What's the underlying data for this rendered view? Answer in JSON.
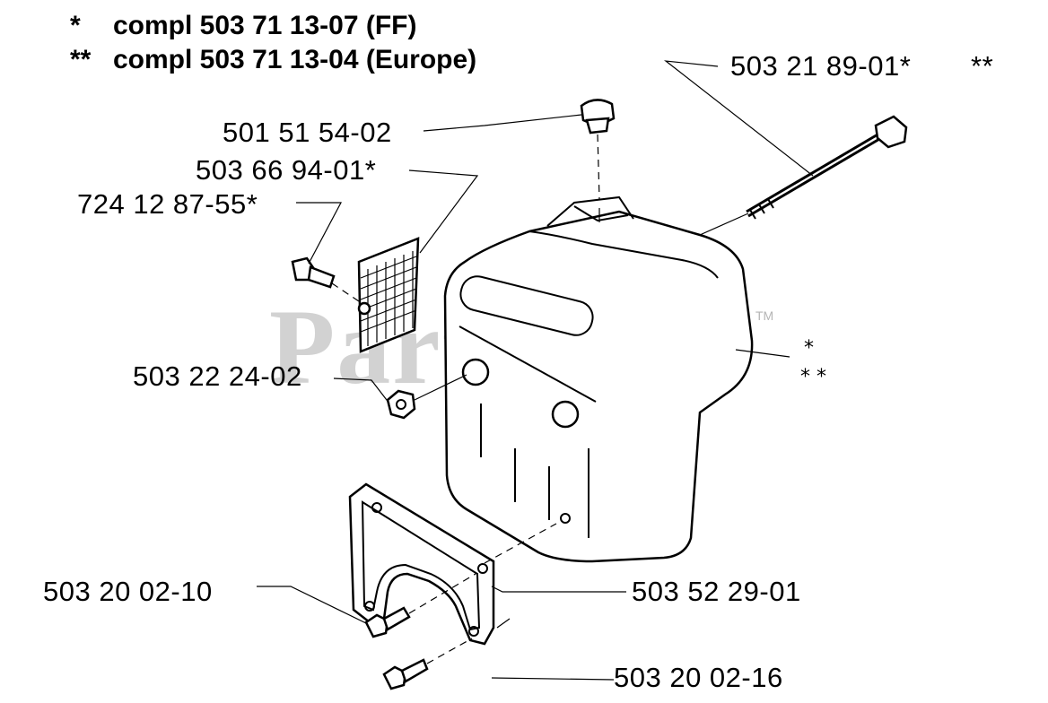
{
  "legend": [
    {
      "mark": "*",
      "text": "compl 503 71 13-07 (FF)"
    },
    {
      "mark": "**",
      "text": "compl 503 71 13-04 (Europe)"
    }
  ],
  "parts": {
    "bolt_long": "503 21 89-01*",
    "bolt_long_suffix": "**",
    "cap_plug": "501 51 54-02",
    "screen": "503 66 94-01*",
    "screw_small": "724 12 87-55*",
    "nut": "503 22 24-02",
    "screw_left": "503 20 02-10",
    "gasket": "503 52 29-01",
    "screw_bottom": "503 20 02-16"
  },
  "cover_markers": {
    "single": "*",
    "double": "* *"
  },
  "watermark": {
    "text": "PartsTree",
    "tm": "TM"
  }
}
